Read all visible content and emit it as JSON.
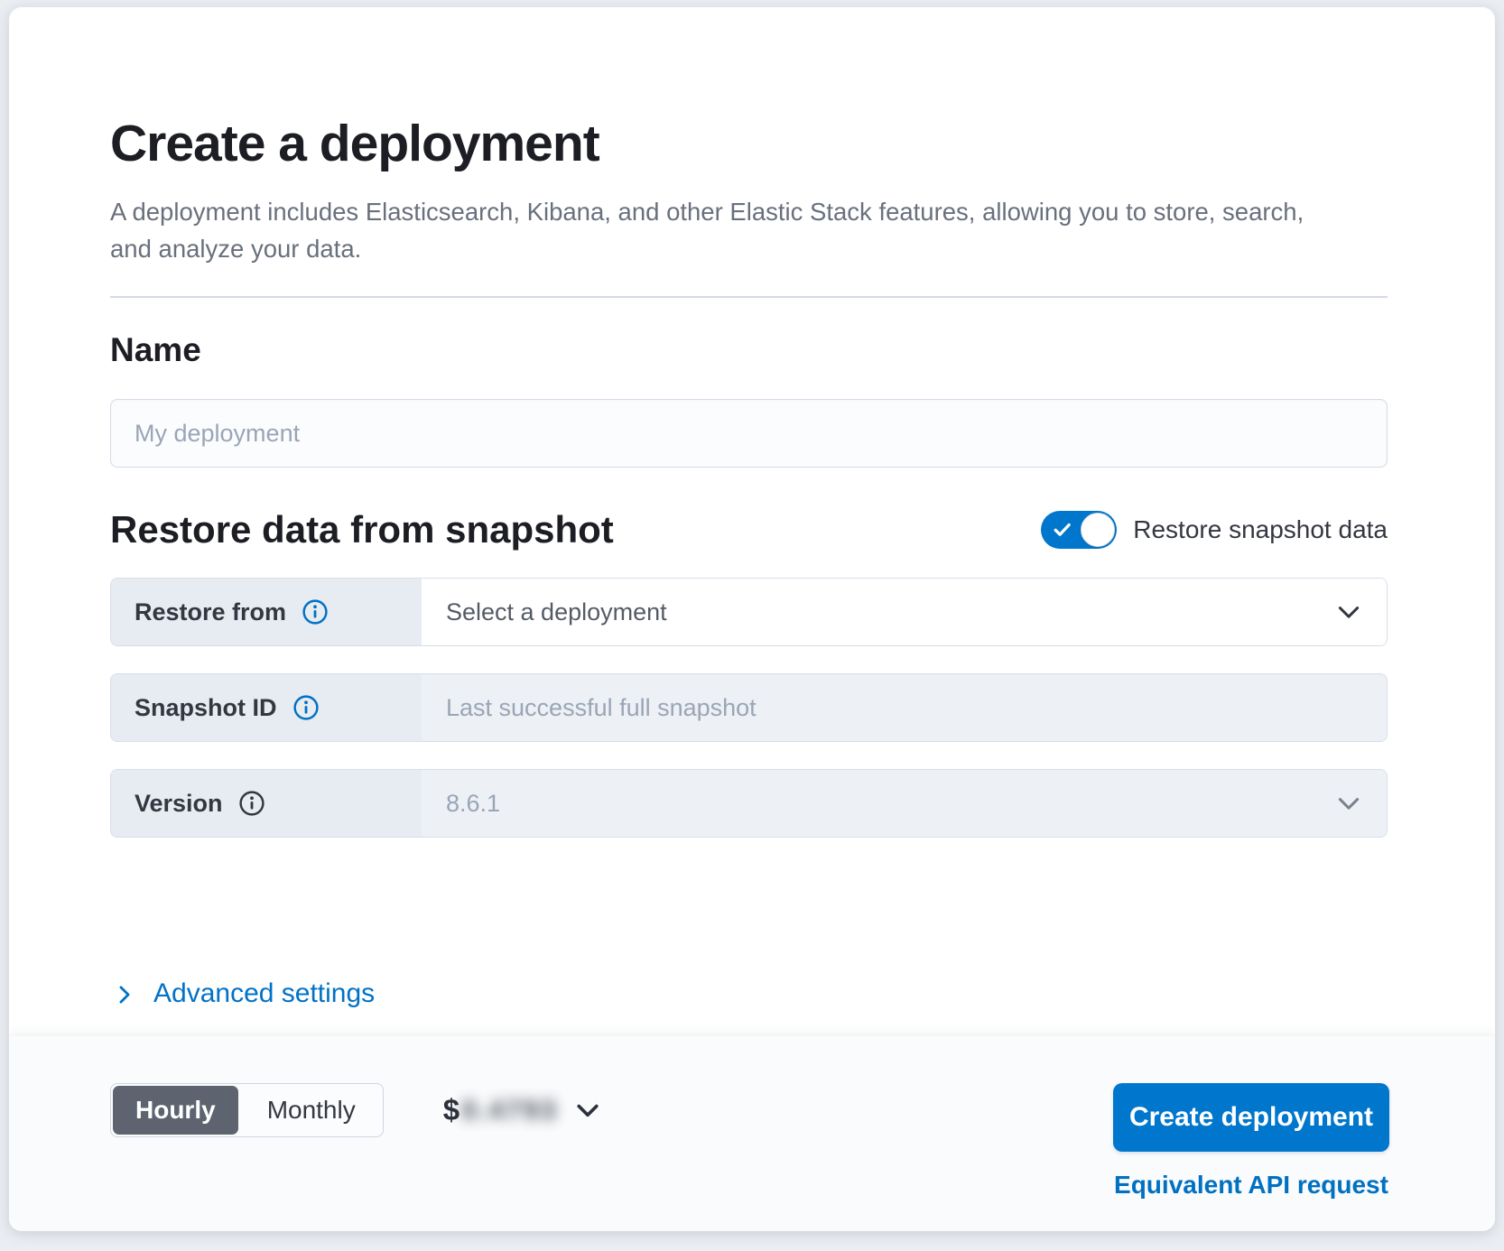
{
  "header": {
    "title": "Create a deployment",
    "subtitle": "A deployment includes Elasticsearch, Kibana, and other Elastic Stack features, allowing you to store, search, and analyze your data."
  },
  "name_section": {
    "heading": "Name",
    "placeholder": "My deployment"
  },
  "snapshot_section": {
    "heading": "Restore data from snapshot",
    "toggle_label": "Restore snapshot data",
    "toggle_state": "on",
    "restore_from": {
      "label": "Restore from",
      "value": "Select a deployment"
    },
    "snapshot_id": {
      "label": "Snapshot ID",
      "placeholder": "Last successful full snapshot"
    },
    "version": {
      "label": "Version",
      "value": "8.6.1"
    }
  },
  "advanced_settings": {
    "label": "Advanced settings"
  },
  "footer": {
    "billing_toggle": {
      "hourly": "Hourly",
      "monthly": "Monthly",
      "selected": "Hourly"
    },
    "price": {
      "currency": "$",
      "amount": "0.4793"
    },
    "create_button": "Create deployment",
    "api_link": "Equivalent API request"
  },
  "colors": {
    "primary": "#0077CC",
    "link_blue": "#0071C2",
    "selected_billing_fill": "#5D646F",
    "label_cell_bg": "#E7EBF2",
    "disabled_field_bg": "#EDF0F5",
    "divider": "#D3DAE6"
  }
}
